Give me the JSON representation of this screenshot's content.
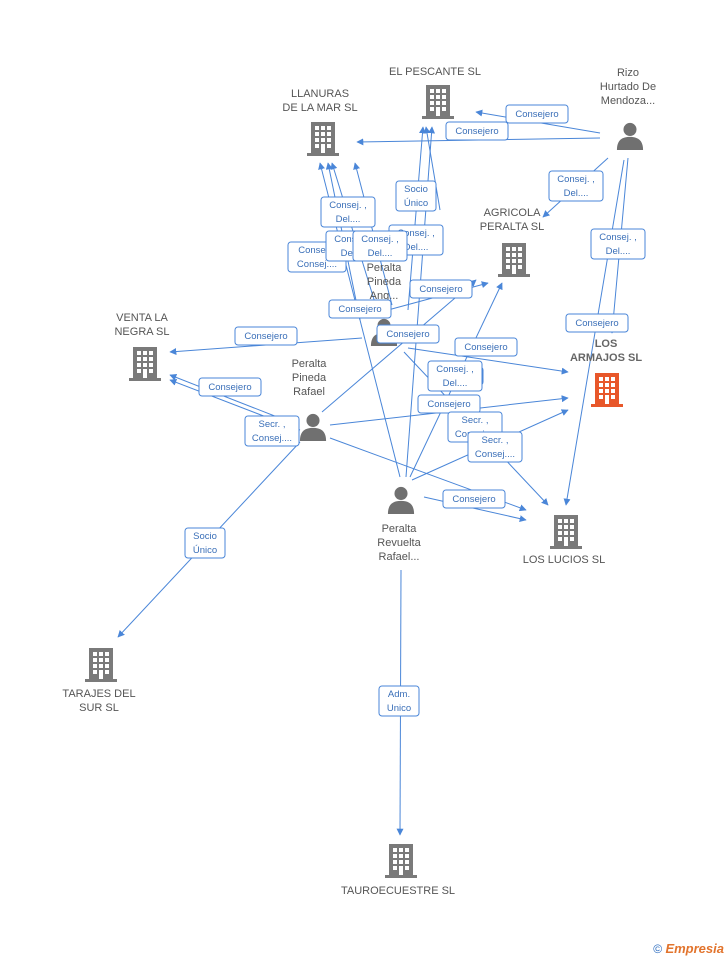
{
  "colors": {
    "company": "#7a7a7a",
    "company_main": "#e8572a",
    "person": "#707070",
    "edge": "#4a86d8",
    "label": "#555555"
  },
  "icons": {
    "company": "building-icon",
    "person": "person-icon"
  },
  "footer": {
    "copyright": "©",
    "brand": "Empresia"
  },
  "nodes": [
    {
      "id": "el_pescante",
      "type": "company",
      "label": [
        "EL PESCANTE SL"
      ]
    },
    {
      "id": "llanuras",
      "type": "company",
      "label": [
        "LLANURAS",
        "DE LA MAR SL"
      ]
    },
    {
      "id": "rizo",
      "type": "person",
      "label": [
        "Rizo",
        "Hurtado De",
        "Mendoza..."
      ]
    },
    {
      "id": "agricola",
      "type": "company",
      "label": [
        "AGRICOLA",
        "PERALTA SL"
      ]
    },
    {
      "id": "peralta_pineda_ang",
      "type": "person",
      "label": [
        "Peralta",
        "Pineda",
        "Ang..."
      ]
    },
    {
      "id": "venta_la_negra",
      "type": "company",
      "label": [
        "VENTA LA",
        "NEGRA SL"
      ]
    },
    {
      "id": "los_armajos",
      "type": "company_main",
      "label": [
        "LOS",
        "ARMAJOS SL"
      ]
    },
    {
      "id": "peralta_pineda_rafael",
      "type": "person",
      "label": [
        "Peralta",
        "Pineda",
        "Rafael"
      ]
    },
    {
      "id": "peralta_revuelta",
      "type": "person",
      "label": [
        "Peralta",
        "Revuelta",
        "Rafael..."
      ]
    },
    {
      "id": "los_lucios",
      "type": "company",
      "label": [
        "LOS LUCIOS SL"
      ]
    },
    {
      "id": "tarajes",
      "type": "company",
      "label": [
        "TARAJES DEL",
        "SUR SL"
      ]
    },
    {
      "id": "tauroecuestre",
      "type": "company",
      "label": [
        "TAUROECUESTRE SL"
      ]
    }
  ],
  "edges": [
    {
      "from": "rizo",
      "to": "el_pescante",
      "label": [
        "Consejero"
      ]
    },
    {
      "from": "rizo",
      "to": "llanuras",
      "label": [
        "Consejero"
      ]
    },
    {
      "from": "rizo",
      "to": "agricola",
      "label": [
        "Consej. ,",
        "Del...."
      ]
    },
    {
      "from": "rizo",
      "to": "los_armajos",
      "label": [
        "Consej. ,",
        "Del...."
      ]
    },
    {
      "from": "rizo",
      "to": "los_lucios",
      "label": [
        "Consejero"
      ]
    },
    {
      "from": "peralta_pineda_ang",
      "to": "llanuras",
      "label": [
        "Consej. ,",
        "Del...."
      ]
    },
    {
      "from": "peralta_pineda_ang",
      "to": "el_pescante",
      "label": [
        "Consej. ,",
        "Del...."
      ]
    },
    {
      "from": "peralta_pineda_ang",
      "to": "llanuras",
      "label": [
        "Consej. ,",
        "Consej...."
      ]
    },
    {
      "from": "peralta_pineda_ang",
      "to": "el_pescante",
      "label": [
        "Socio",
        "Único"
      ]
    },
    {
      "from": "peralta_pineda_ang",
      "to": "agricola",
      "label": [
        "Consejero"
      ]
    },
    {
      "from": "peralta_pineda_ang",
      "to": "venta_la_negra",
      "label": [
        "Consejero"
      ]
    },
    {
      "from": "peralta_pineda_ang",
      "to": "los_armajos",
      "label": [
        "Consejero"
      ]
    },
    {
      "from": "peralta_pineda_ang",
      "to": "llanuras",
      "label": [
        "Consejero"
      ]
    },
    {
      "from": "peralta_pineda_ang",
      "to": "los_lucios",
      "label": [
        "Consejero"
      ]
    },
    {
      "from": "peralta_pineda_rafael",
      "to": "venta_la_negra",
      "label": [
        "Consejero"
      ]
    },
    {
      "from": "peralta_pineda_rafael",
      "to": "venta_la_negra",
      "label": [
        "Secr. ,",
        "Consej...."
      ]
    },
    {
      "from": "peralta_pineda_rafael",
      "to": "los_armajos",
      "label": [
        "Consejero"
      ]
    },
    {
      "from": "peralta_pineda_rafael",
      "to": "los_lucios",
      "label": [
        "Secr. ,",
        "Consej...."
      ]
    },
    {
      "from": "peralta_pineda_rafael",
      "to": "agricola",
      "label": [
        "Consejero"
      ]
    },
    {
      "from": "peralta_pineda_rafael",
      "to": "tarajes",
      "label": [
        "Socio",
        "Único"
      ]
    },
    {
      "from": "peralta_revuelta",
      "to": "llanuras",
      "label": [
        "Consej. ,",
        "Del...."
      ]
    },
    {
      "from": "peralta_revuelta",
      "to": "el_pescante",
      "label": [
        "Consej. ,",
        "Del...."
      ]
    },
    {
      "from": "peralta_revuelta",
      "to": "agricola",
      "label": [
        "Consej. ,",
        "Del...."
      ]
    },
    {
      "from": "peralta_revuelta",
      "to": "los_armajos",
      "label": [
        "Secr. ,",
        "Consej...."
      ]
    },
    {
      "from": "peralta_revuelta",
      "to": "los_lucios",
      "label": [
        "Consejero"
      ]
    },
    {
      "from": "peralta_revuelta",
      "to": "tauroecuestre",
      "label": [
        "Adm.",
        "Unico"
      ]
    }
  ]
}
